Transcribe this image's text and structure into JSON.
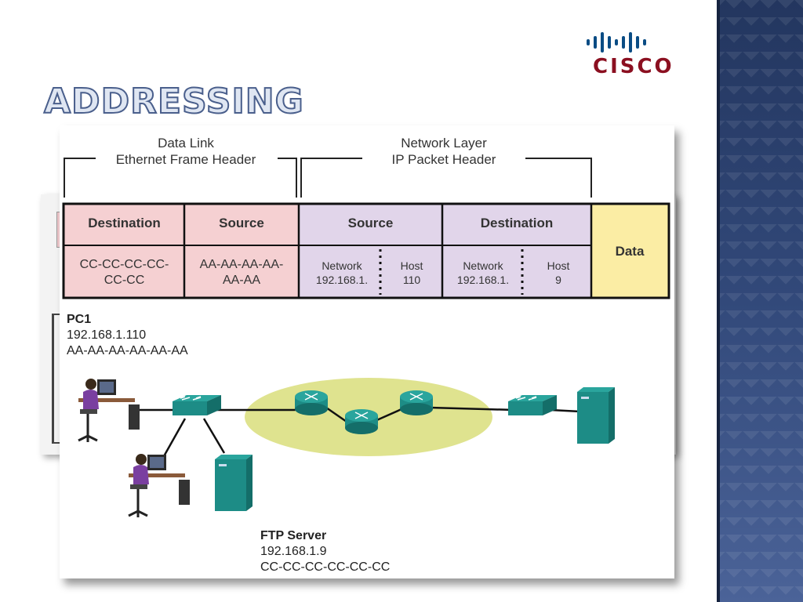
{
  "slide": {
    "title": "ADDRESSING",
    "logo_text": "CISCO"
  },
  "headers": {
    "data_link_line1": "Data Link",
    "data_link_line2": "Ethernet Frame Header",
    "network_line1": "Network Layer",
    "network_line2": "IP Packet Header"
  },
  "frame": {
    "eth_dest_label": "Destination",
    "eth_src_label": "Source",
    "ip_src_label": "Source",
    "ip_dest_label": "Destination",
    "data_label": "Data",
    "eth_dest_value_l1": "CC-CC-CC-CC-",
    "eth_dest_value_l2": "CC-CC",
    "eth_src_value_l1": "AA-AA-AA-AA-",
    "eth_src_value_l2": "AA-AA",
    "ip_src_network_label": "Network",
    "ip_src_network_value": "192.168.1.",
    "ip_src_host_label": "Host",
    "ip_src_host_value": "110",
    "ip_dest_network_label": "Network",
    "ip_dest_network_value": "192.168.1.",
    "ip_dest_host_label": "Host",
    "ip_dest_host_value": "9"
  },
  "pc1": {
    "name": "PC1",
    "ip": "192.168.1.110",
    "mac": "AA-AA-AA-AA-AA-AA"
  },
  "ftp_server": {
    "name": "FTP Server",
    "ip": "192.168.1.9",
    "mac": "CC-CC-CC-CC-CC-CC"
  },
  "colors": {
    "ethernet_header": "#f5d0d2",
    "ip_header": "#e1d5ea",
    "data": "#fbeda4",
    "wan_cloud": "#dfe38f",
    "device_teal": "#1d8c86"
  }
}
